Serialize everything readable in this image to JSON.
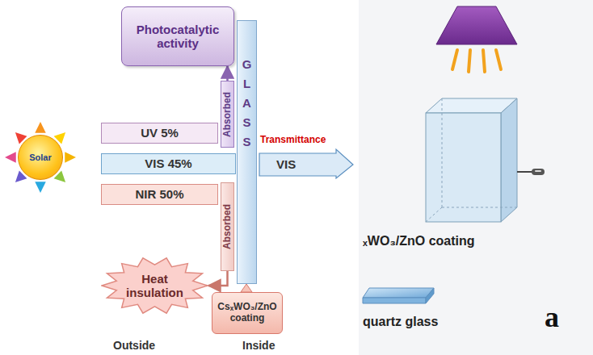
{
  "diagram": {
    "nodes": [
      {
        "text": [
          "Solar"
        ]
      },
      {
        "text": [
          "Photocatalytic activity"
        ]
      },
      {
        "text": [
          "UV 5%"
        ]
      },
      {
        "text": [
          "VIS 45%"
        ]
      },
      {
        "text": [
          "NIR 50%"
        ]
      },
      {
        "text": [
          "Absorbed"
        ]
      },
      {
        "text": [
          "GLASS"
        ]
      },
      {
        "text": [
          "Transmittance",
          "VIS"
        ]
      },
      {
        "text": [
          "Absorbed"
        ]
      },
      {
        "text": [
          "Heat insulation"
        ]
      },
      {
        "text": [
          "CsₓWO₃/ZnO coating"
        ]
      }
    ],
    "edges": [
      {
        "from": 5,
        "to": 1,
        "arrow": "to"
      },
      {
        "from": 8,
        "to": 9,
        "arrow": "to"
      }
    ],
    "labels": [
      "Outside",
      "Inside",
      "ₓWO₃/ZnO coating",
      "quartz glass",
      "a"
    ]
  }
}
